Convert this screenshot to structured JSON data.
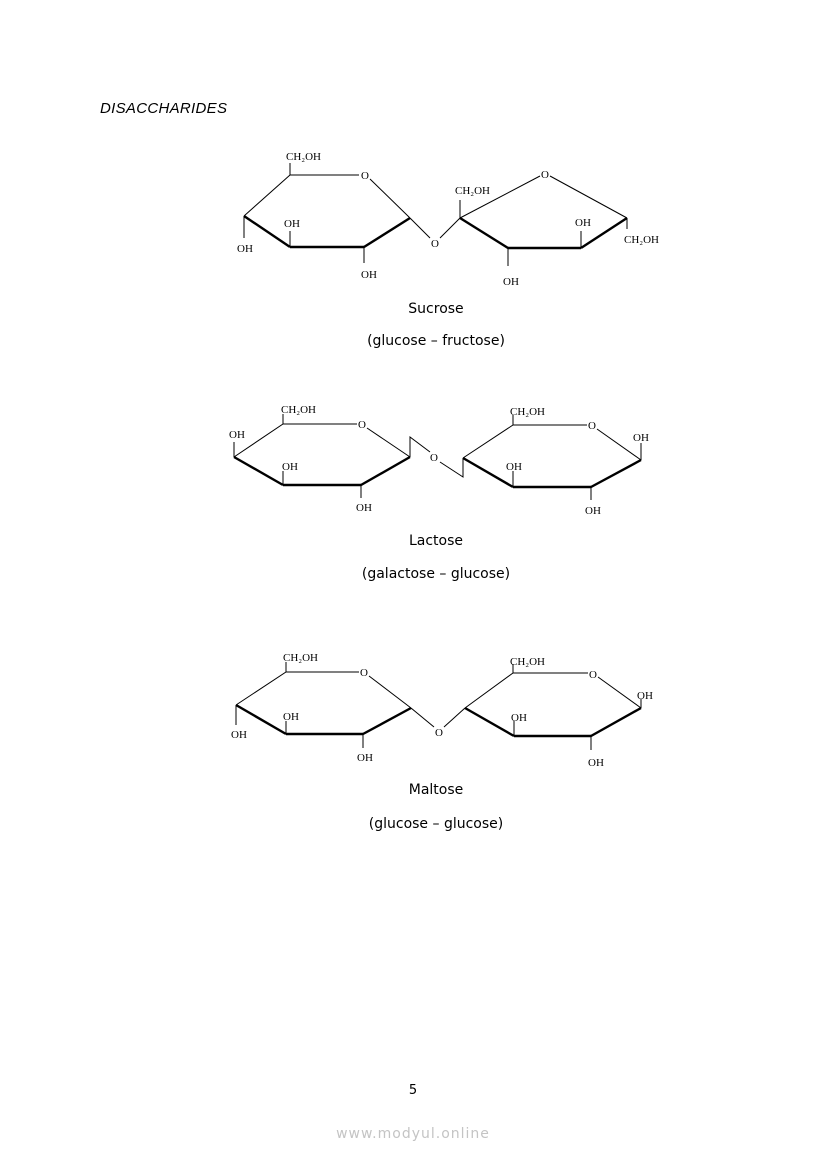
{
  "heading": "DISACCHARIDES",
  "molecules": [
    {
      "name": "Sucrose",
      "composition": "(glucose – fructose)",
      "labels": {
        "ring_o1": "O",
        "ch2oh1": "CH₂OH",
        "oh_c4": "OH",
        "oh_c3": "OH",
        "oh_c2": "OH",
        "link_o": "O",
        "ring_o2": "O",
        "ch2oh2": "CH₂OH",
        "oh_c3b": "OH",
        "oh_c4b": "OH",
        "ch2oh3": "CH₂OH"
      }
    },
    {
      "name": "Lactose",
      "composition": "(galactose – glucose)",
      "labels": {
        "ring_o1": "O",
        "ch2oh1": "CH₂OH",
        "oh_c4": "OH",
        "oh_c3": "OH",
        "oh_c2": "OH",
        "link_o": "O",
        "ring_o2": "O",
        "ch2oh2": "CH₂OH",
        "oh_c1b": "OH",
        "oh_c3b": "OH",
        "oh_c2b": "OH"
      }
    },
    {
      "name": "Maltose",
      "composition": "(glucose – glucose)",
      "labels": {
        "ring_o1": "O",
        "ch2oh1": "CH₂OH",
        "oh_c4": "OH",
        "oh_c3": "OH",
        "oh_c2": "OH",
        "link_o": "O",
        "ring_o2": "O",
        "ch2oh2": "CH₂OH",
        "oh_c1b": "OH",
        "oh_c3b": "OH",
        "oh_c2b": "OH"
      }
    }
  ],
  "page_number": "5",
  "watermark": "www.modyul.online"
}
